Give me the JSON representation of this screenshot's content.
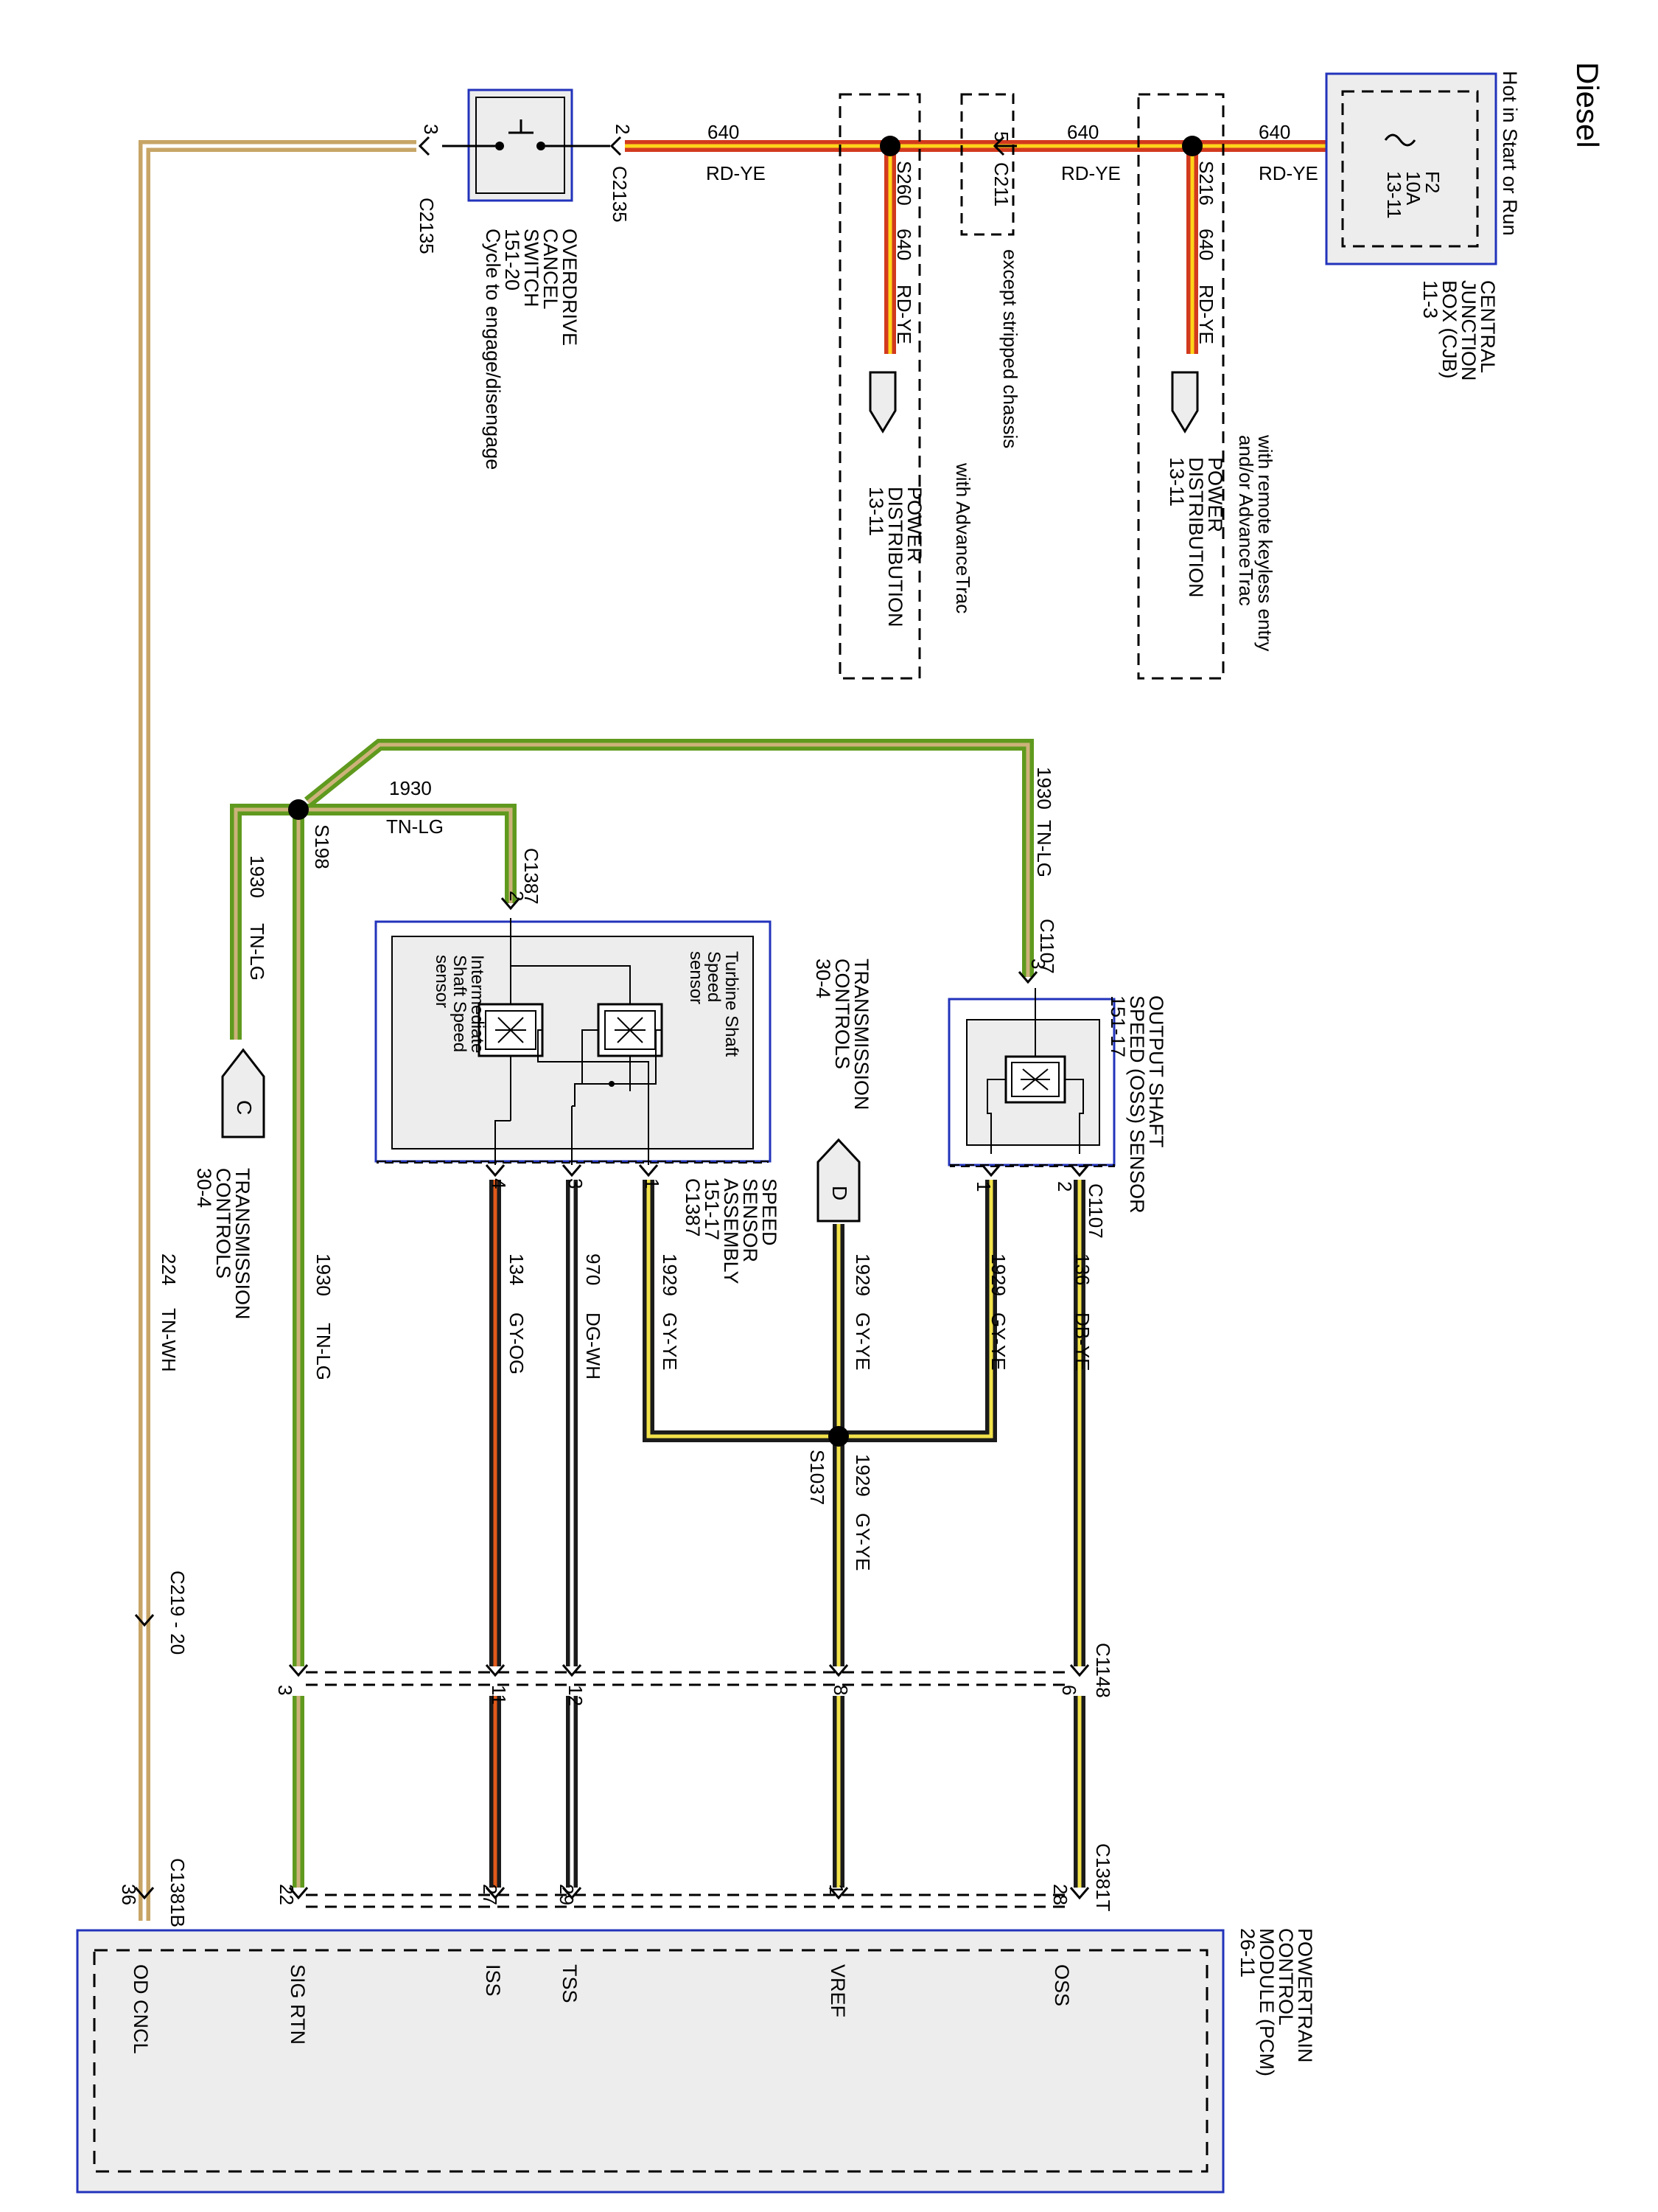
{
  "title": "Diesel",
  "colors": {
    "RD-YE": {
      "outer": "#d23a1e",
      "inner": "#ffd51a"
    },
    "TN-LG": {
      "outer": "#5f9a1e",
      "inner": "#cdb27a"
    },
    "TN-WH": {
      "outer": "#c7a566",
      "inner": "#ffffff"
    },
    "GY-YE": {
      "outer": "#1b1b1b",
      "inner": "#f2e24a"
    },
    "DB-YE": {
      "outer": "#1b1b1b",
      "inner": "#f2e24a"
    },
    "DG-WH": {
      "outer": "#1b1b1b",
      "inner": "#ffffff"
    },
    "GY-OG": {
      "outer": "#1b1b1b",
      "inner": "#e05a1a"
    },
    "component_border": "#2233bb",
    "component_fill": "#ededed"
  },
  "cjb": {
    "hot_label": "Hot in Start or Run",
    "fuse_id": "F2",
    "fuse_rating": "10A",
    "fuse_ref": "13-11",
    "title_line1": "CENTRAL",
    "title_line2": "JUNCTION",
    "title_line3": "BOX (CJB)",
    "title_ref": "11-3"
  },
  "splices": {
    "s216": "S216",
    "s260": "S260",
    "s198": "S198",
    "s1037": "S1037"
  },
  "connectors": {
    "c211": "C211",
    "c211_pin": "5",
    "c211_note": "except stripped chassis",
    "c2135_a": "C2135",
    "c2135_b": "C2135",
    "c2135_pin_in": "2",
    "c2135_pin_out": "3",
    "c1387_top": "C1387",
    "c1387_top_pin": "2",
    "c1387_bottom": "C1387",
    "c1107_top": "C1107",
    "c1107_top_pin": "3",
    "c1107_bottom": "C1107",
    "c1148": "C1148",
    "c219": "C219 - 20",
    "c1381t": "C1381T",
    "c1381b": "C1381B"
  },
  "wires": {
    "w640": {
      "circuit": "640",
      "color": "RD-YE"
    },
    "w1930": {
      "circuit": "1930",
      "color": "TN-LG"
    },
    "w224": {
      "circuit": "224",
      "color": "TN-WH"
    },
    "w1929": {
      "circuit": "1929",
      "color": "GY-YE"
    },
    "w136": {
      "circuit": "136",
      "color": "DB-YE"
    },
    "w970": {
      "circuit": "970",
      "color": "DG-WH"
    },
    "w134": {
      "circuit": "134",
      "color": "GY-OG"
    }
  },
  "power_dist_right": {
    "note_line1": "with remote keyless entry",
    "note_line2": "and/or AdvanceTrac",
    "title_line1": "POWER",
    "title_line2": "DISTRIBUTION",
    "ref": "13-11"
  },
  "power_dist_left": {
    "note_line1": "with AdvanceTrac",
    "title_line1": "POWER",
    "title_line2": "DISTRIBUTION",
    "ref": "13-11"
  },
  "od_switch": {
    "line1": "OVERDRIVE",
    "line2": "CANCEL",
    "line3": "SWITCH",
    "ref": "151-20",
    "note": "Cycle to engage/disengage"
  },
  "oss_sensor": {
    "line1": "OUTPUT SHAFT",
    "line2": "SPEED (OSS) SENSOR",
    "ref": "151-17",
    "pin_a": "2",
    "pin_b": "1"
  },
  "speed_sensor": {
    "line1": "SPEED",
    "line2": "SENSOR",
    "line3": "ASSEMBLY",
    "ref": "151-17",
    "turbine_line1": "Turbine Shaft",
    "turbine_line2": "Speed",
    "turbine_line3": "sensor",
    "inter_line1": "Intermediate",
    "inter_line2": "Shaft Speed",
    "inter_line3": "sensor",
    "pin_1": "1",
    "pin_3": "3",
    "pin_4": "4"
  },
  "trans_controls_upper": {
    "line1": "TRANSMISSION",
    "line2": "CONTROLS",
    "ref": "30-4"
  },
  "trans_controls_lower": {
    "line1": "TRANSMISSION",
    "line2": "CONTROLS",
    "ref": "30-4"
  },
  "offpage": {
    "c": "C",
    "d": "D"
  },
  "c1148_pins": {
    "oss": "6",
    "vref": "8",
    "tss": "12",
    "iss": "11",
    "sig": "3"
  },
  "pcm_pins": {
    "oss": "28",
    "vref": "1",
    "tss": "29",
    "iss": "27",
    "sig": "22",
    "od": "36"
  },
  "pcm": {
    "line1": "POWERTRAIN",
    "line2": "CONTROL",
    "line3": "MODULE (PCM)",
    "ref": "26-11",
    "oss": "OSS",
    "vref": "VREF",
    "tss": "TSS",
    "iss": "ISS",
    "sig_rtn": "SIG RTN",
    "od_cncl": "OD CNCL"
  }
}
